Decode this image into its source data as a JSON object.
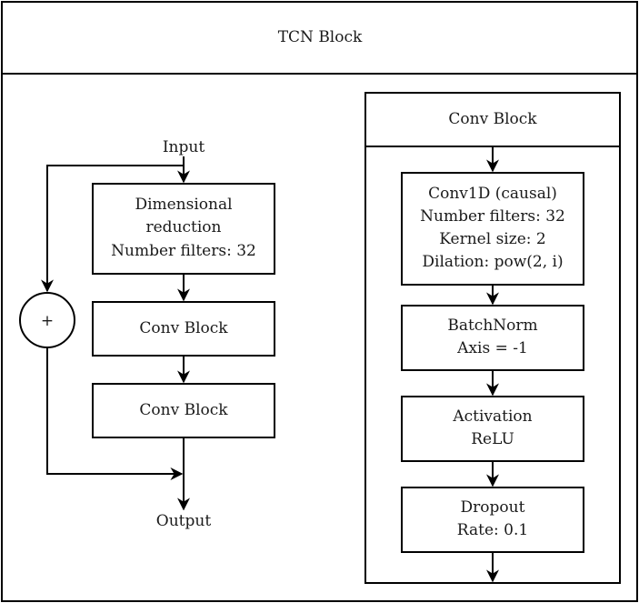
{
  "title": "TCN Block",
  "left": {
    "input_label": "Input",
    "output_label": "Output",
    "add_symbol": "+",
    "blocks": [
      {
        "lines": [
          "Dimensional",
          "reduction",
          "Number filters: 32"
        ]
      },
      {
        "lines": [
          "Conv Block"
        ]
      },
      {
        "lines": [
          "Conv Block"
        ]
      }
    ]
  },
  "right": {
    "title": "Conv Block",
    "blocks": [
      {
        "lines": [
          "Conv1D (causal)",
          "Number filters: 32",
          "Kernel size: 2",
          "Dilation: pow(2, i)"
        ]
      },
      {
        "lines": [
          "BatchNorm",
          "Axis = -1"
        ]
      },
      {
        "lines": [
          "Activation",
          "ReLU"
        ]
      },
      {
        "lines": [
          "Dropout",
          "Rate: 0.1"
        ]
      }
    ]
  }
}
